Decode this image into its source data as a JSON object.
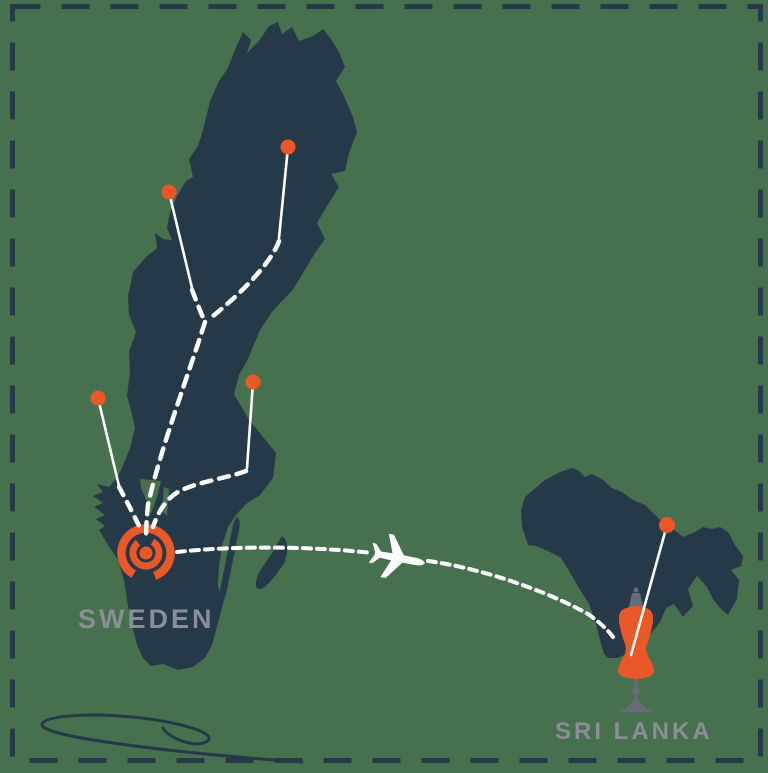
{
  "labels": {
    "sweden": "SWEDEN",
    "sri_lanka": "SRI LANKA"
  },
  "colors": {
    "background": "#47714E",
    "landmass": "#263948",
    "border_dash": "#263948",
    "accent_orange": "#EA5728",
    "label_gray": "#8A8E96",
    "route_white": "#FFFFFF",
    "stand_gray": "#666C75"
  },
  "icons": {
    "target": "spiral-target-icon",
    "plane": "airplane-icon",
    "pins": "map-pin-icon",
    "mannequin": "dress-form-icon",
    "flourish": "swirl-flourish-line"
  }
}
